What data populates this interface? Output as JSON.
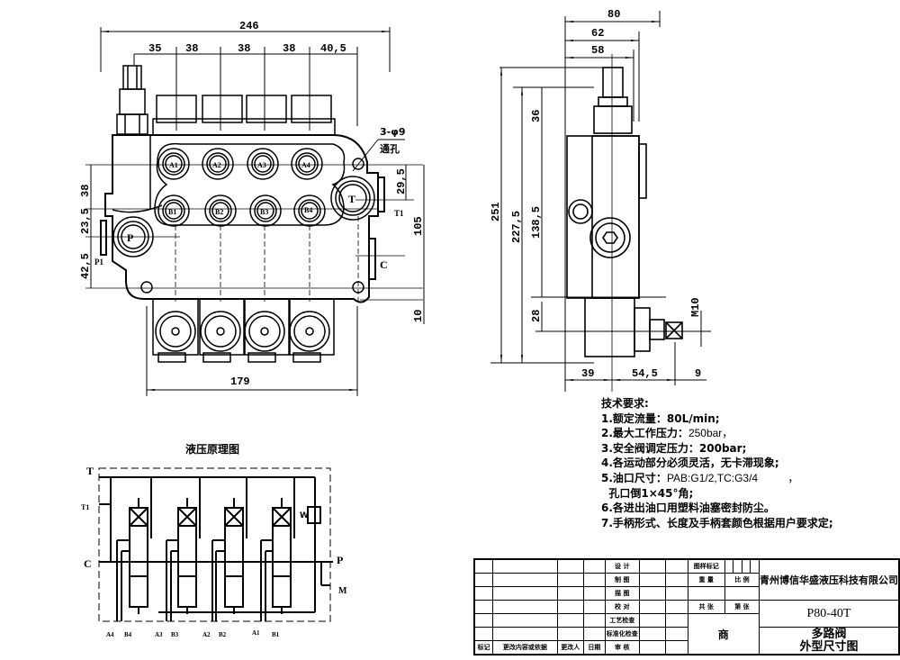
{
  "front_view": {
    "dims_top": {
      "overall": "246",
      "d1": "35",
      "d2": "38",
      "d3": "38",
      "d4": "38",
      "d5": "40,5"
    },
    "dims_left": {
      "d1": "38",
      "d2": "23,5",
      "d3": "42,5"
    },
    "dims_right": {
      "d1": "29,5",
      "d2": "105",
      "d3": "10"
    },
    "dim_bottom": "179",
    "hole_note": {
      "line1": "3-φ9",
      "line2": "通孔"
    },
    "ports": {
      "a": [
        "A1",
        "A2",
        "A3",
        "A4"
      ],
      "b": [
        "B1",
        "B2",
        "B3",
        "B4"
      ],
      "p": "P",
      "t": "T",
      "t1": "T1",
      "p1": "P1",
      "c": "C"
    }
  },
  "side_view": {
    "dims_top": {
      "d1": "80",
      "d2": "62",
      "d3": "58"
    },
    "dims_left": {
      "d1": "251",
      "d2": "227,5",
      "d3": "138,5",
      "d4": "36",
      "d5": "28"
    },
    "dims_bottom": {
      "d1": "39",
      "d2": "54,5",
      "d3": "9"
    },
    "thread": "M10"
  },
  "schematic": {
    "title": "液压原理图",
    "labels": {
      "t": "T",
      "t1": "T1",
      "c": "C",
      "p": "P",
      "m": "M",
      "w": "W"
    },
    "bottom_ports": [
      "A4",
      "B4",
      "A3",
      "B3",
      "A2",
      "B2",
      "A1",
      "B1"
    ]
  },
  "notes": {
    "heading": "技术要求:",
    "items": [
      {
        "num": "1.",
        "text": "额定流量：80L/min;",
        "extra": ""
      },
      {
        "num": "2.",
        "text": "最大工作压力：",
        "extra": "250bar，"
      },
      {
        "num": "3.",
        "text": "安全阀调定压力：200bar;",
        "extra": ""
      },
      {
        "num": "4.",
        "text": "各运动部分必须灵活，无卡滞现象;",
        "extra": ""
      },
      {
        "num": "5.",
        "text": "油口尺寸：",
        "extra": "PAB:G1/2,TC:G3/4          ，"
      },
      {
        "num": "",
        "text": "  孔口倒1×45°角;",
        "extra": ""
      },
      {
        "num": "6.",
        "text": "各进出油口用塑料油塞密封防尘。",
        "extra": ""
      },
      {
        "num": "7.",
        "text": "手柄形式、长度及手柄套颜色根据用户要求定;",
        "extra": ""
      }
    ]
  },
  "title_block": {
    "roles": [
      "设 计",
      "制 图",
      "描 图",
      "校 对",
      "工艺检查",
      "标准化检查",
      "审 核"
    ],
    "footer": {
      "mark": "标记",
      "change": "更改内容或依据",
      "changer": "更改人",
      "date": "日期"
    },
    "drawing_mark": "图样标记",
    "weight": "重 量",
    "scale": "比 例",
    "total_sheets": "共 张",
    "sheet_no": "第 张",
    "merchant": "商",
    "company": "青州博信华盛液压科技有限公司",
    "model": "P80-40T",
    "title_line1": "多路阀",
    "title_line2": "外型尺寸图"
  }
}
